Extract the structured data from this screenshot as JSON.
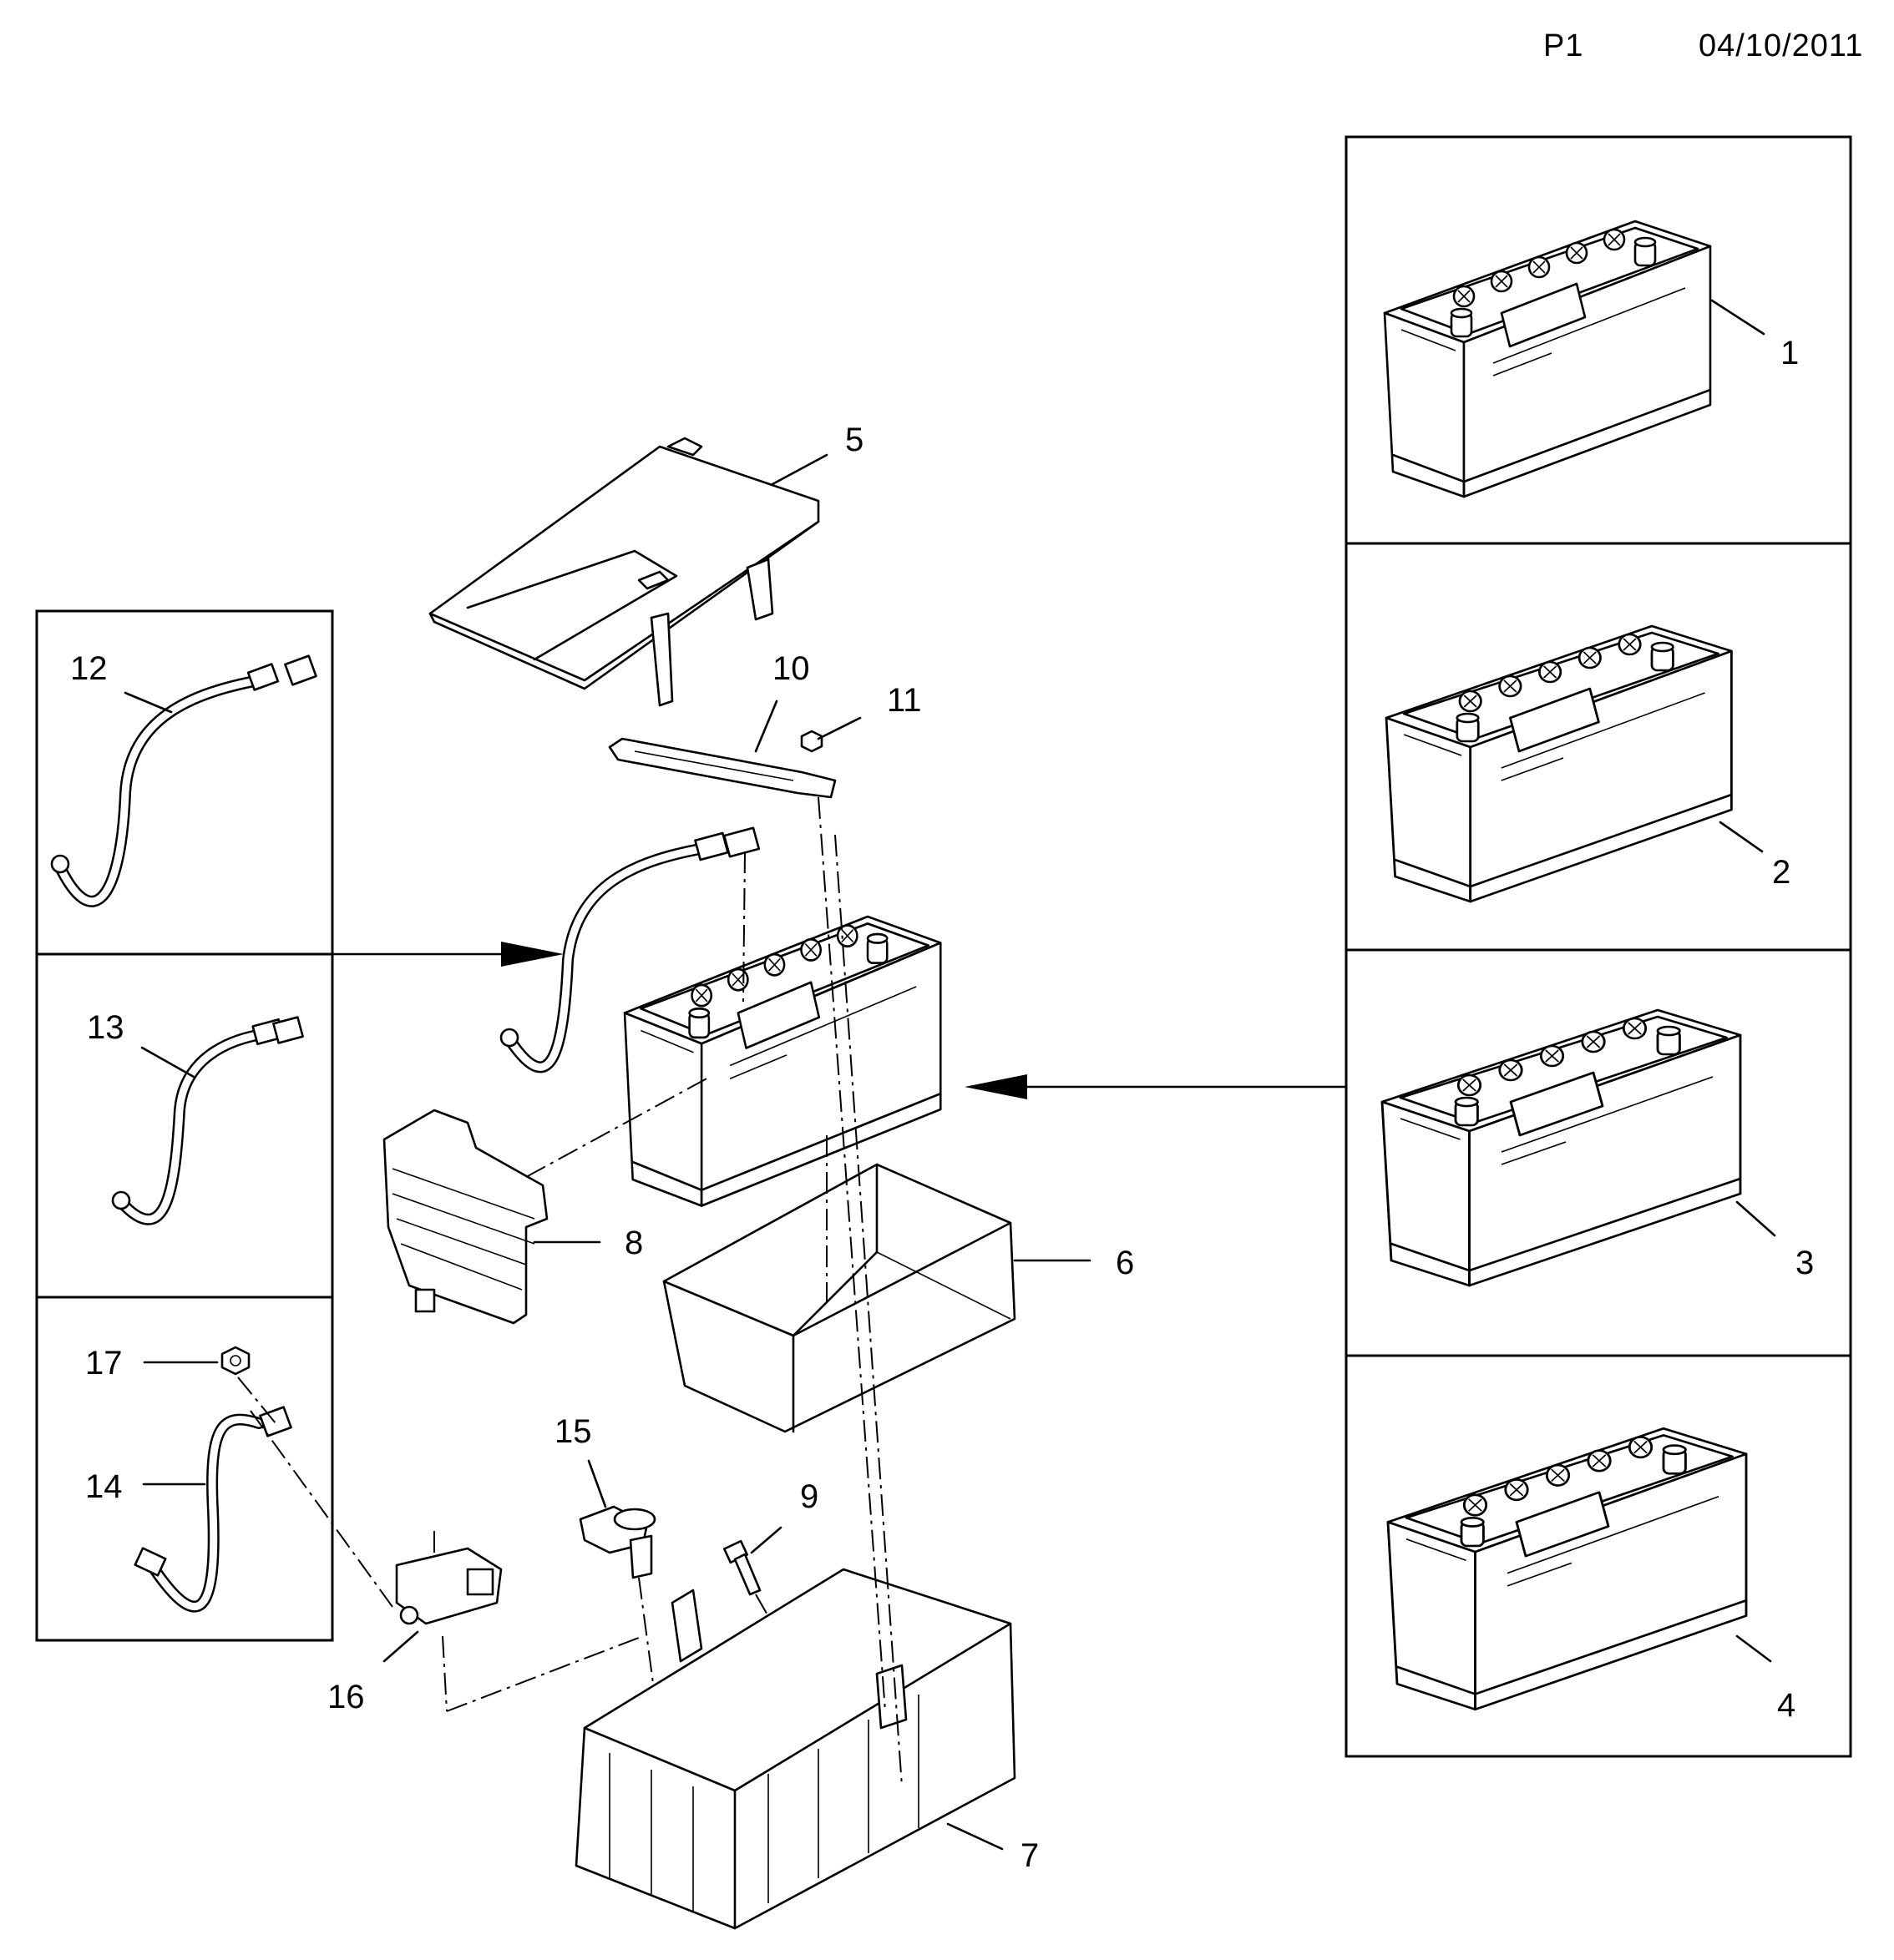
{
  "header": {
    "sheet": "P1",
    "date": "04/10/2011"
  },
  "callouts": [
    {
      "id": "1",
      "text": "1"
    },
    {
      "id": "2",
      "text": "2"
    },
    {
      "id": "3",
      "text": "3"
    },
    {
      "id": "4",
      "text": "4"
    },
    {
      "id": "5",
      "text": "5"
    },
    {
      "id": "6",
      "text": "6"
    },
    {
      "id": "7",
      "text": "7"
    },
    {
      "id": "8",
      "text": "8"
    },
    {
      "id": "9",
      "text": "9"
    },
    {
      "id": "10",
      "text": "10"
    },
    {
      "id": "11",
      "text": "11"
    },
    {
      "id": "12",
      "text": "12"
    },
    {
      "id": "13",
      "text": "13"
    },
    {
      "id": "14",
      "text": "14"
    },
    {
      "id": "15",
      "text": "15"
    },
    {
      "id": "16",
      "text": "16"
    },
    {
      "id": "17",
      "text": "17"
    }
  ]
}
